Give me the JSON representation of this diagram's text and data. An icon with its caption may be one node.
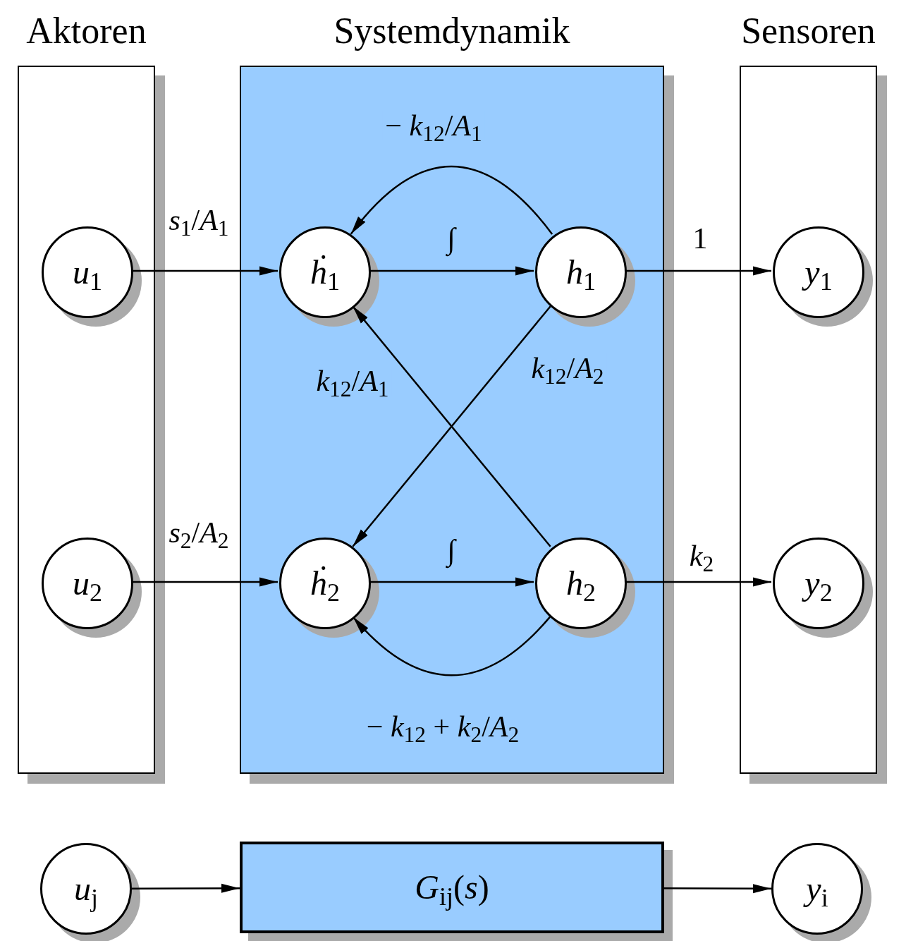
{
  "diagram": {
    "nodes": [
      {
        "text": [
          "Aktoren"
        ]
      },
      {
        "text": [
          "Systemdynamik"
        ]
      },
      {
        "text": [
          "Sensoren"
        ]
      },
      {
        "text": [
          "*u*$_{1}$"
        ],
        "in": 0
      },
      {
        "text": [
          "*u*$_{2}$"
        ],
        "in": 0
      },
      {
        "text": [
          "*ḣ*$_{1}$"
        ],
        "in": 1
      },
      {
        "text": [
          "*h*$_{1}$"
        ],
        "in": 1
      },
      {
        "text": [
          "*ḣ*$_{2}$"
        ],
        "in": 1
      },
      {
        "text": [
          "*h*$_{2}$"
        ],
        "in": 1
      },
      {
        "text": [
          "*y*$_{1}$"
        ],
        "in": 2
      },
      {
        "text": [
          "*y*$_{2}$"
        ],
        "in": 2
      },
      {
        "text": [
          "*u*$_{j}$"
        ]
      },
      {
        "text": [
          "*G*$_{ij}$(*s*)"
        ]
      },
      {
        "text": [
          "*y*$_{i}$"
        ]
      }
    ],
    "edges": [
      {
        "from": 3,
        "to": 5,
        "arrow": "to",
        "label": "*s*$_{1}$/*A*$_{1}$"
      },
      {
        "from": 5,
        "to": 6,
        "arrow": "to",
        "label": "∫"
      },
      {
        "from": 6,
        "to": 9,
        "arrow": "to",
        "label": "1"
      },
      {
        "from": 6,
        "to": 5,
        "arrow": "to",
        "label": "− *k*$_{12}$/*A*$_{1}$"
      },
      {
        "from": 8,
        "to": 5,
        "arrow": "to",
        "label": "*k*$_{12}$/*A*$_{1}$"
      },
      {
        "from": 6,
        "to": 7,
        "arrow": "to",
        "label": "*k*$_{12}$/*A*$_{2}$"
      },
      {
        "from": 4,
        "to": 7,
        "arrow": "to",
        "label": "*s*$_{2}$/*A*$_{2}$"
      },
      {
        "from": 7,
        "to": 8,
        "arrow": "to",
        "label": "∫"
      },
      {
        "from": 8,
        "to": 10,
        "arrow": "to",
        "label": "*k*$_{2}$"
      },
      {
        "from": 8,
        "to": 7,
        "arrow": "to",
        "label": "− *k*$_{12}$ + *k*$_{2}$/*A*$_{2}$"
      },
      {
        "from": 11,
        "to": 12,
        "arrow": "to"
      },
      {
        "from": 12,
        "to": 13,
        "arrow": "to"
      }
    ]
  }
}
